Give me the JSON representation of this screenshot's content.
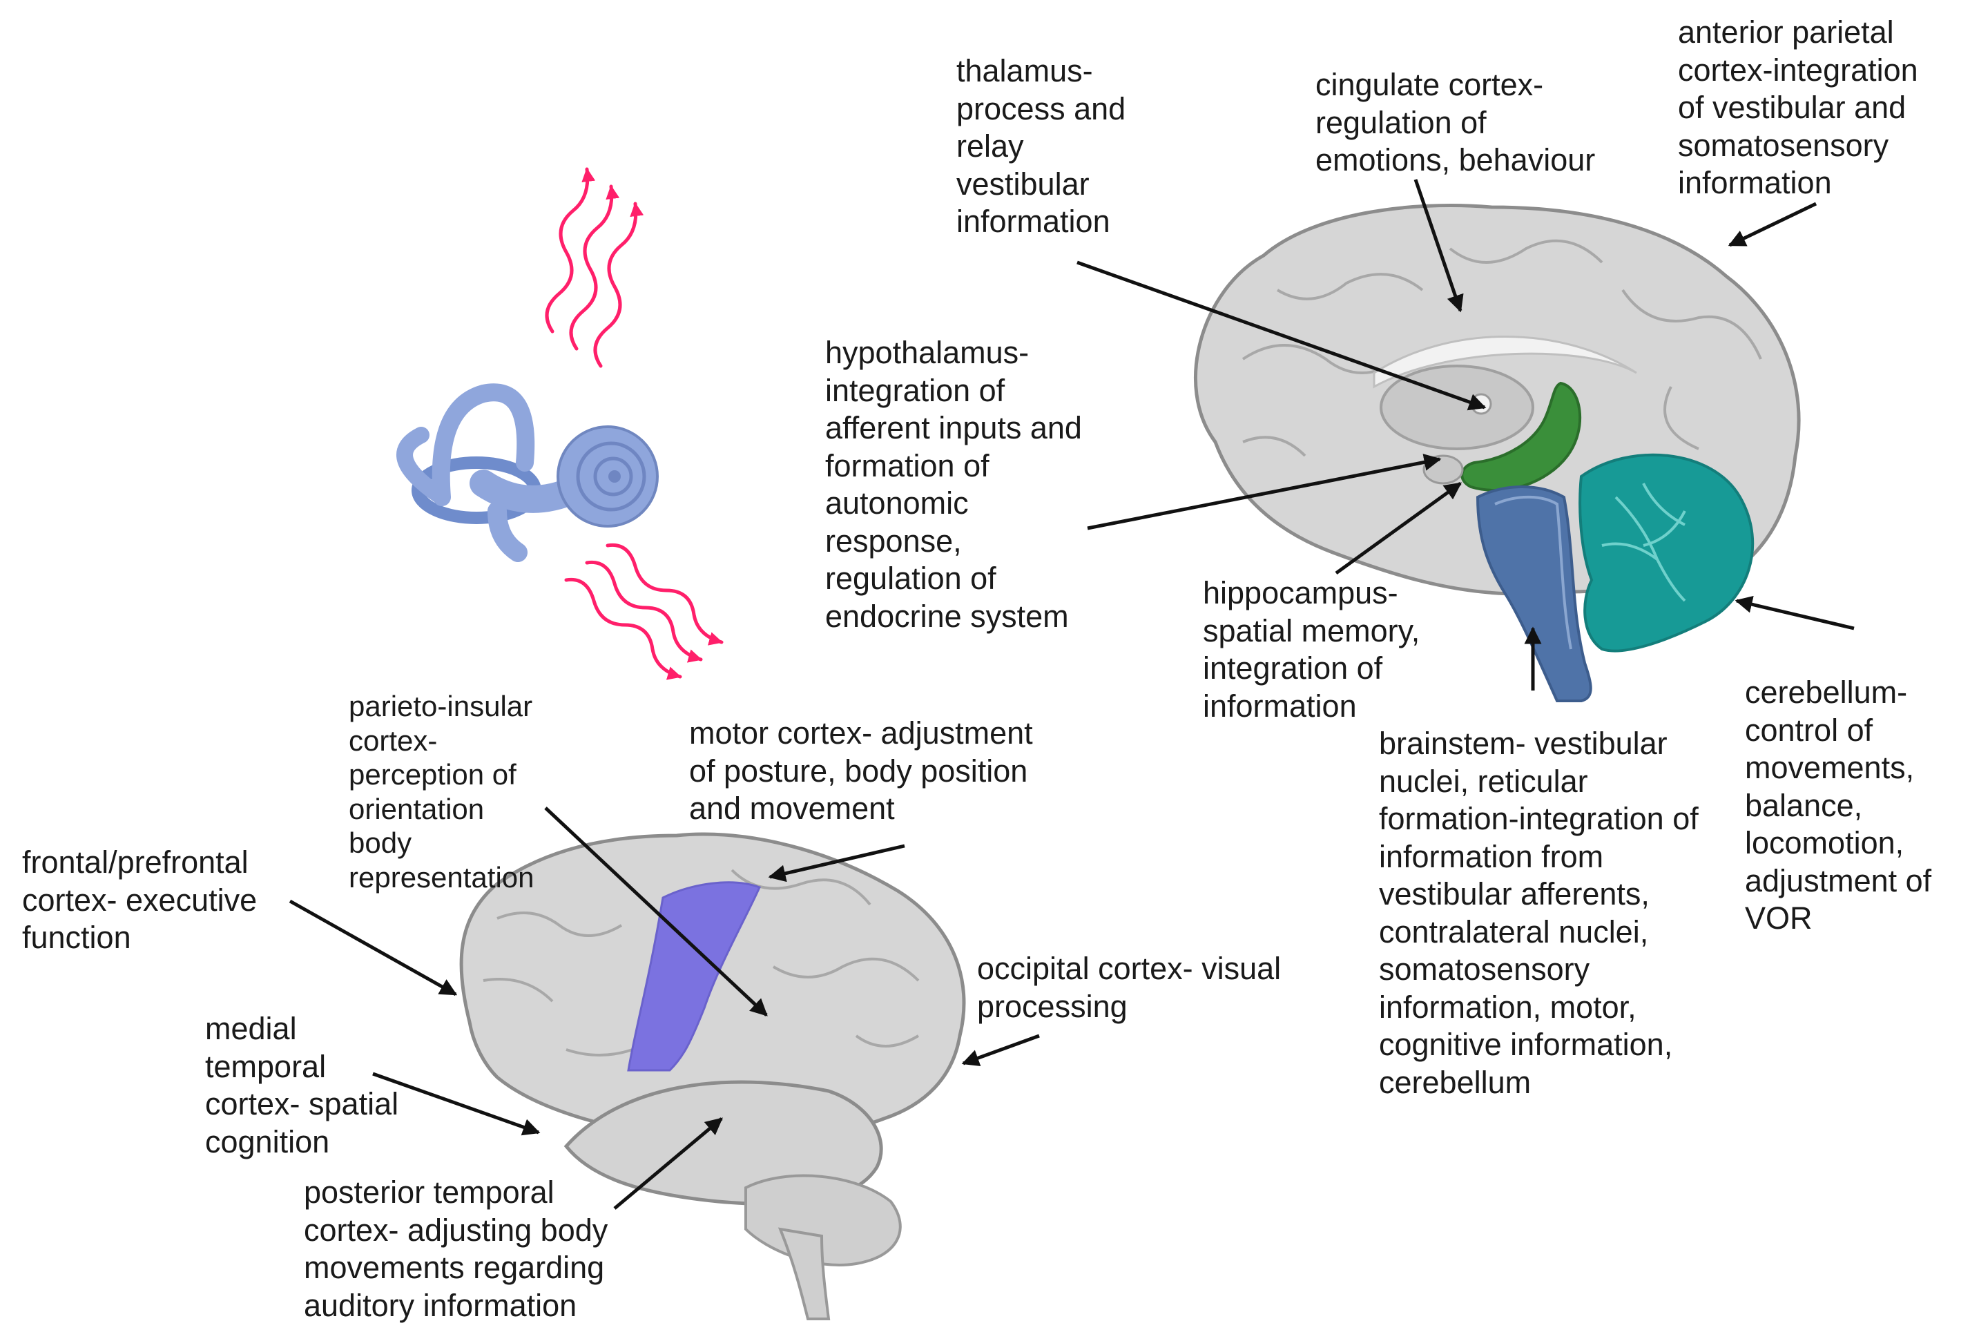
{
  "labels": {
    "thalamus": "thalamus-\nprocess and\nrelay\nvestibular\ninformation",
    "cingulate": "cingulate cortex-\nregulation of\nemotions, behaviour",
    "anterior_parietal": "anterior parietal\ncortex-integration\nof vestibular and\nsomatosensory\ninformation",
    "hypothalamus": "hypothalamus-\nintegration of\nafferent inputs and\nformation of\nautonomic\nresponse,\nregulation of\nendocrine system",
    "hippocampus": "hippocampus-\nspatial memory,\nintegration of\ninformation",
    "brainstem": "brainstem- vestibular\nnuclei, reticular\nformation-integration of\ninformation from\nvestibular afferents,\ncontralateral nuclei,\nsomatosensory\ninformation, motor,\ncognitive information,\ncerebellum",
    "cerebellum": "cerebellum-\ncontrol of\nmovements,\nbalance,\nlocomotion,\nadjustment of\nVOR",
    "parieto_insular": "parieto-insular\ncortex-\nperception of\norientation\nbody\nrepresentation",
    "motor": "motor cortex- adjustment\nof posture, body position\nand movement",
    "frontal": "frontal/prefrontal\ncortex- executive\nfunction",
    "occipital": "occipital cortex- visual\nprocessing",
    "medial_temporal": "medial\ntemporal\ncortex- spatial\ncognition",
    "posterior_temporal": "posterior temporal\ncortex- adjusting body\nmovements regarding\nauditory information"
  },
  "colors": {
    "brain_gray": "#d6d6d6",
    "brain_outline": "#8c8c8c",
    "inner_ear": "#8fa6dc",
    "vestibular_waves": "#ff1f6a",
    "motor_strip": "#7b72e0",
    "hippocampus": "#3a8f3a",
    "brainstem": "#4f73a8",
    "cerebellum": "#179a96"
  },
  "icons": [
    "inner-ear-icon",
    "vestibular-wave-icon",
    "sagittal-brain-icon",
    "lateral-brain-icon"
  ]
}
